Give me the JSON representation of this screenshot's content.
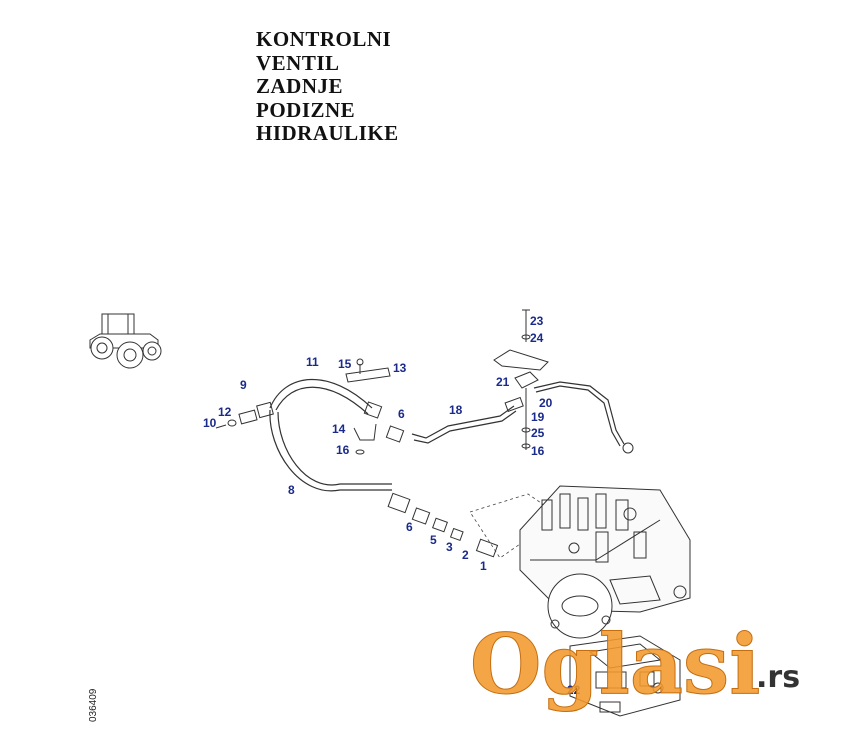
{
  "title_lines": [
    "KONTROLNI",
    "VENTIL",
    "ZADNJE",
    "PODIZNE",
    "HIDRAULIKE"
  ],
  "drawing_code": "036409",
  "watermark": {
    "main": "Oglasi",
    "suffix": ".rs",
    "color": "#f39a2e"
  },
  "callouts": [
    "23",
    "24",
    "11",
    "15",
    "13",
    "21",
    "20",
    "19",
    "25",
    "16",
    "9",
    "12",
    "10",
    "18",
    "6",
    "14",
    "16",
    "8",
    "6",
    "5",
    "3",
    "2",
    "1",
    "22"
  ],
  "colors": {
    "callout": "#1a2a8a",
    "line": "#333333"
  }
}
